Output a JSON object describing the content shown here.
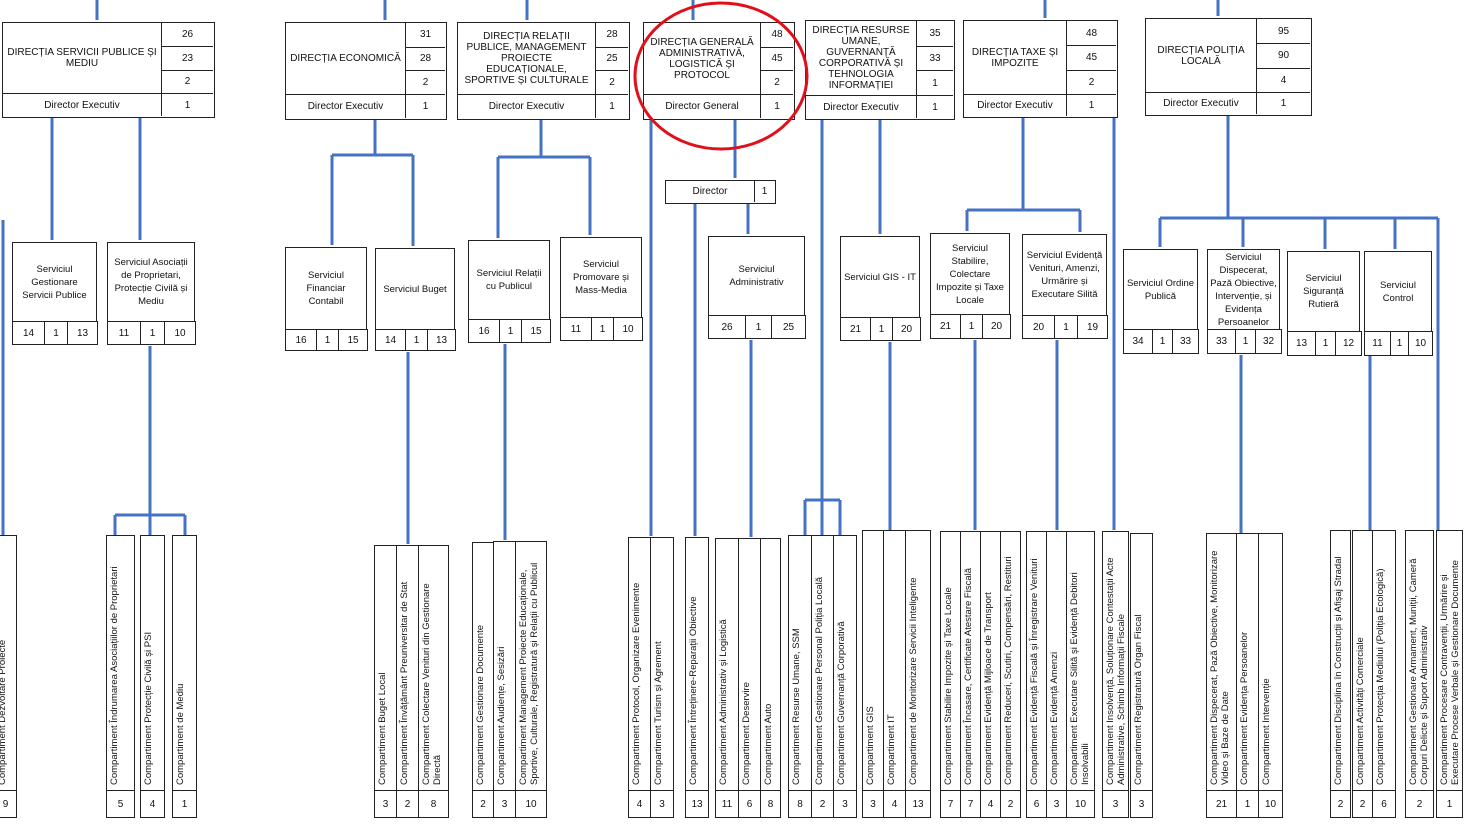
{
  "colors": {
    "connector": "#4472c4",
    "highlight": "#e0101a",
    "border": "#222222"
  },
  "directorates": [
    {
      "name": "DIRECȚIA SERVICII PUBLICE ȘI MEDIU",
      "counts": [
        "26",
        "23",
        "2"
      ],
      "head": "Director Executiv",
      "head_count": "1"
    },
    {
      "name": "DIRECȚIA ECONOMICĂ",
      "counts": [
        "31",
        "28",
        "2"
      ],
      "head": "Director Executiv",
      "head_count": "1"
    },
    {
      "name": "DIRECȚIA RELAȚII PUBLICE, MANAGEMENT PROIECTE EDUCAȚIONALE, SPORTIVE ȘI CULTURALE",
      "counts": [
        "28",
        "25",
        "2"
      ],
      "head": "Director Executiv",
      "head_count": "1"
    },
    {
      "name": "DIRECȚIA GENERALĂ ADMINISTRATIVĂ, LOGISTICĂ ȘI PROTOCOL",
      "counts": [
        "48",
        "45",
        "2"
      ],
      "head": "Director General",
      "head_count": "1"
    },
    {
      "name": "DIRECȚIA RESURSE UMANE, GUVERNANȚĂ CORPORATIVĂ ȘI TEHNOLOGIA INFORMAȚIEI",
      "counts": [
        "35",
        "33",
        "1"
      ],
      "head": "Director Executiv",
      "head_count": "1"
    },
    {
      "name": "DIRECȚIA TAXE ȘI IMPOZITE",
      "counts": [
        "48",
        "45",
        "2"
      ],
      "head": "Director Executiv",
      "head_count": "1"
    },
    {
      "name": "DIRECȚIA POLIȚIA LOCALĂ",
      "counts": [
        "95",
        "90",
        "4"
      ],
      "head": "Director Executiv",
      "head_count": "1"
    }
  ],
  "director": {
    "label": "Director",
    "count": "1"
  },
  "services": [
    {
      "name": "Serviciul Gestionare Servicii Publice",
      "counts": [
        "14",
        "1",
        "13"
      ]
    },
    {
      "name": "Serviciul Asociații de Proprietari, Protecție Civilă și Mediu",
      "counts": [
        "11",
        "1",
        "10"
      ]
    },
    {
      "name": "Serviciul Financiar Contabil",
      "counts": [
        "16",
        "1",
        "15"
      ]
    },
    {
      "name": "Serviciul Buget",
      "counts": [
        "14",
        "1",
        "13"
      ]
    },
    {
      "name": "Serviciul Relații cu Publicul",
      "counts": [
        "16",
        "1",
        "15"
      ]
    },
    {
      "name": "Serviciul Promovare și Mass-Media",
      "counts": [
        "11",
        "1",
        "10"
      ]
    },
    {
      "name": "Serviciul Administrativ",
      "counts": [
        "26",
        "1",
        "25"
      ]
    },
    {
      "name": "Serviciul GIS - IT",
      "counts": [
        "21",
        "1",
        "20"
      ]
    },
    {
      "name": "Serviciul Stabilire, Colectare Impozite și Taxe Locale",
      "counts": [
        "21",
        "1",
        "20"
      ]
    },
    {
      "name": "Serviciul Evidență Venituri, Amenzi, Urmărire și Executare Silită",
      "counts": [
        "20",
        "1",
        "19"
      ]
    },
    {
      "name": "Serviciul Ordine Publică",
      "counts": [
        "34",
        "1",
        "33"
      ]
    },
    {
      "name": "Serviciul Dispecerat, Pază Obiective, Intervenție, și Evidența Persoanelor",
      "counts": [
        "33",
        "1",
        "32"
      ]
    },
    {
      "name": "Serviciul Siguranță Rutieră",
      "counts": [
        "13",
        "1",
        "12"
      ]
    },
    {
      "name": "Serviciul Control",
      "counts": [
        "11",
        "1",
        "10"
      ]
    }
  ],
  "compartments": [
    {
      "name": "Compartiment Dezvoltare Proiecte",
      "count": "9"
    },
    {
      "name": "Compartiment Îndrumarea Asociațiilor de Proprietari",
      "count": "5"
    },
    {
      "name": "Compartiment Protecție Civilă și PSI",
      "count": "4"
    },
    {
      "name": "Compartiment de Mediu",
      "count": "1"
    },
    {
      "name": "Compartiment Buget Local",
      "count": "3"
    },
    {
      "name": "Compartiment Învățământ Preuniversitar de Stat",
      "count": "2"
    },
    {
      "name": "Compartiment Colectare Venituri din Gestionare Directă",
      "count": "8"
    },
    {
      "name": "Compartiment Gestionare Documente",
      "count": "2"
    },
    {
      "name": "Compartiment Audiențe, Sesizări",
      "count": "3"
    },
    {
      "name": "Compartiment Management Proiecte Educaționale, Sportive, Culturale, Registratură și Relații cu Publicul",
      "count": "10"
    },
    {
      "name": "Compartiment Protocol, Organizare Evenimente",
      "count": "4"
    },
    {
      "name": "Compartiment Turism și Agrement",
      "count": "3"
    },
    {
      "name": "Compartiment Întreținere-Reparații Obiective",
      "count": "13"
    },
    {
      "name": "Compartiment Administrativ și Logistică",
      "count": "11"
    },
    {
      "name": "Compartiment Deservire",
      "count": "6"
    },
    {
      "name": "Compartiment Auto",
      "count": "8"
    },
    {
      "name": "Compartiment Resurse Umane, SSM",
      "count": "8"
    },
    {
      "name": "Compartiment Gestionare Personal Poliția Locală",
      "count": "2"
    },
    {
      "name": "Compartiment Guvernanță Corporativă",
      "count": "3"
    },
    {
      "name": "Compartiment GIS",
      "count": "3"
    },
    {
      "name": "Compartiment IT",
      "count": "4"
    },
    {
      "name": "Compartiment de Monitorizare Servicii Inteligente",
      "count": "13"
    },
    {
      "name": "Compartiment Stabilire Impozite și Taxe Locale",
      "count": "7"
    },
    {
      "name": "Compartiment Încasare, Certificate Atestare Fiscală",
      "count": "7"
    },
    {
      "name": "Compartiment Evidență Mijloace de Transport",
      "count": "4"
    },
    {
      "name": "Compartiment Reduceri, Scutiri, Compensări, Restituri",
      "count": "2"
    },
    {
      "name": "Compartiment Evidență Fiscală și Înregistrare Venituri",
      "count": "6"
    },
    {
      "name": "Compartiment Evidență Amenzi",
      "count": "3"
    },
    {
      "name": "Compartiment Executare Silită și Evidență Debitori Insolvabili",
      "count": "10"
    },
    {
      "name": "Compartiment Insolvență, Soluționare Contestații Acte Administrative, Schimb Informații Fiscale",
      "count": "3"
    },
    {
      "name": "Compartiment Registratură Organ Fiscal",
      "count": "3"
    },
    {
      "name": "Compartiment Dispecerat, Pază Obiective, Monitorizare Video și Baze de Date",
      "count": "21"
    },
    {
      "name": "Compartiment Evidența Persoanelor",
      "count": "1"
    },
    {
      "name": "Compartiment Intervenție",
      "count": "10"
    },
    {
      "name": "Compartiment Disciplina în Construcții și Afișaj Stradal",
      "count": "2"
    },
    {
      "name": "Compartiment Activități Comerciale",
      "count": "2"
    },
    {
      "name": "Compartiment Protecția Mediului (Poliția Ecologică)",
      "count": "6"
    },
    {
      "name": "Compartiment Gestionare Armament, Muniții, Cameră Corpuri Delicte și Suport Administrativ",
      "count": "2"
    },
    {
      "name": "Compartiment Procesare Contravenții, Urmărire și Executare Procese Verbale și Gestionare Documente",
      "count": "1"
    }
  ]
}
